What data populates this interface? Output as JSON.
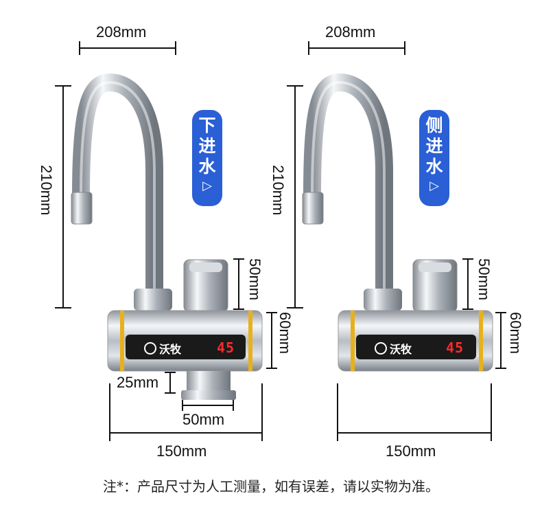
{
  "left_faucet": {
    "spout_reach": "208mm",
    "total_height": "210mm",
    "handle_height": "50mm",
    "body_height": "60mm",
    "inlet_height": "25mm",
    "inlet_width": "50mm",
    "body_length": "150mm",
    "inlet_label": [
      "下",
      "进",
      "水"
    ],
    "inlet_arrow": "▷",
    "brand": "沃牧",
    "display": "45"
  },
  "right_faucet": {
    "spout_reach": "208mm",
    "total_height": "210mm",
    "handle_height": "50mm",
    "body_height": "60mm",
    "body_length": "150mm",
    "inlet_label": [
      "侧",
      "进",
      "水"
    ],
    "inlet_arrow": "▷",
    "brand": "沃牧",
    "display": "45"
  },
  "note": "注*：产品尺寸为人工测量，如有误差，请以实物为准。",
  "colors": {
    "badge": "#2a5fd6",
    "display_digits": "#ff2a2a",
    "band": "#e8b11c"
  }
}
